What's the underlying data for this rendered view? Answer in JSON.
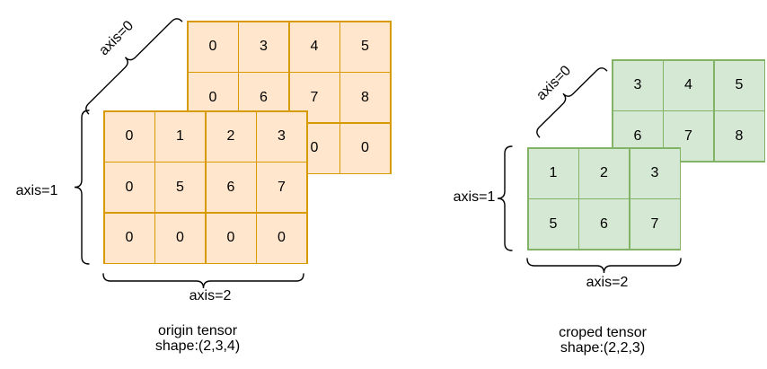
{
  "colors": {
    "orange_fill": "#FFE6CC",
    "orange_stroke": "#D79B00",
    "green_fill": "#D5E8D4",
    "green_stroke": "#82B366",
    "line": "#000000"
  },
  "origin": {
    "axis0_label": "axis=0",
    "axis1_label": "axis=1",
    "axis2_label": "axis=2",
    "caption_title": "origin tensor",
    "caption_shape": "shape:(2,3,4)",
    "back": [
      [
        "0",
        "3",
        "4",
        "5"
      ],
      [
        "0",
        "6",
        "7",
        "8"
      ],
      [
        "",
        "",
        "0",
        "0"
      ]
    ],
    "front": [
      [
        "0",
        "1",
        "2",
        "3"
      ],
      [
        "0",
        "5",
        "6",
        "7"
      ],
      [
        "0",
        "0",
        "0",
        "0"
      ]
    ]
  },
  "croped": {
    "axis0_label": "axis=0",
    "axis1_label": "axis=1",
    "axis2_label": "axis=2",
    "caption_title": "croped tensor",
    "caption_shape": "shape:(2,2,3)",
    "back": [
      [
        "3",
        "4",
        "5"
      ],
      [
        "6",
        "7",
        "8"
      ]
    ],
    "front": [
      [
        "1",
        "2",
        "3"
      ],
      [
        "5",
        "6",
        "7"
      ]
    ]
  }
}
